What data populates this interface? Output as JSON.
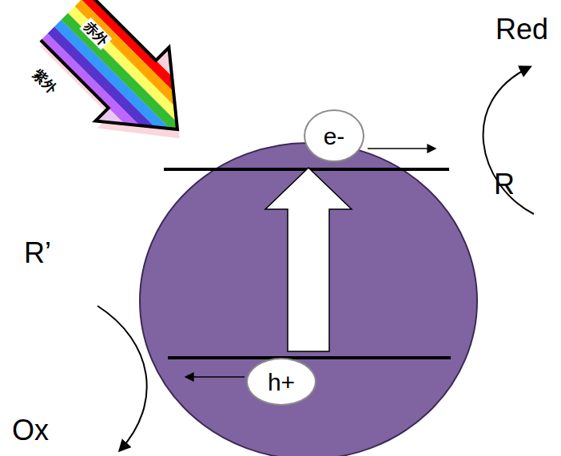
{
  "diagram": {
    "nodes": [
      {
        "text": [
          "e-"
        ]
      },
      {
        "text": [
          "h+"
        ]
      }
    ],
    "labels": [
      "赤外",
      "紫外",
      "Red",
      "R",
      "R’",
      "Ox"
    ]
  }
}
